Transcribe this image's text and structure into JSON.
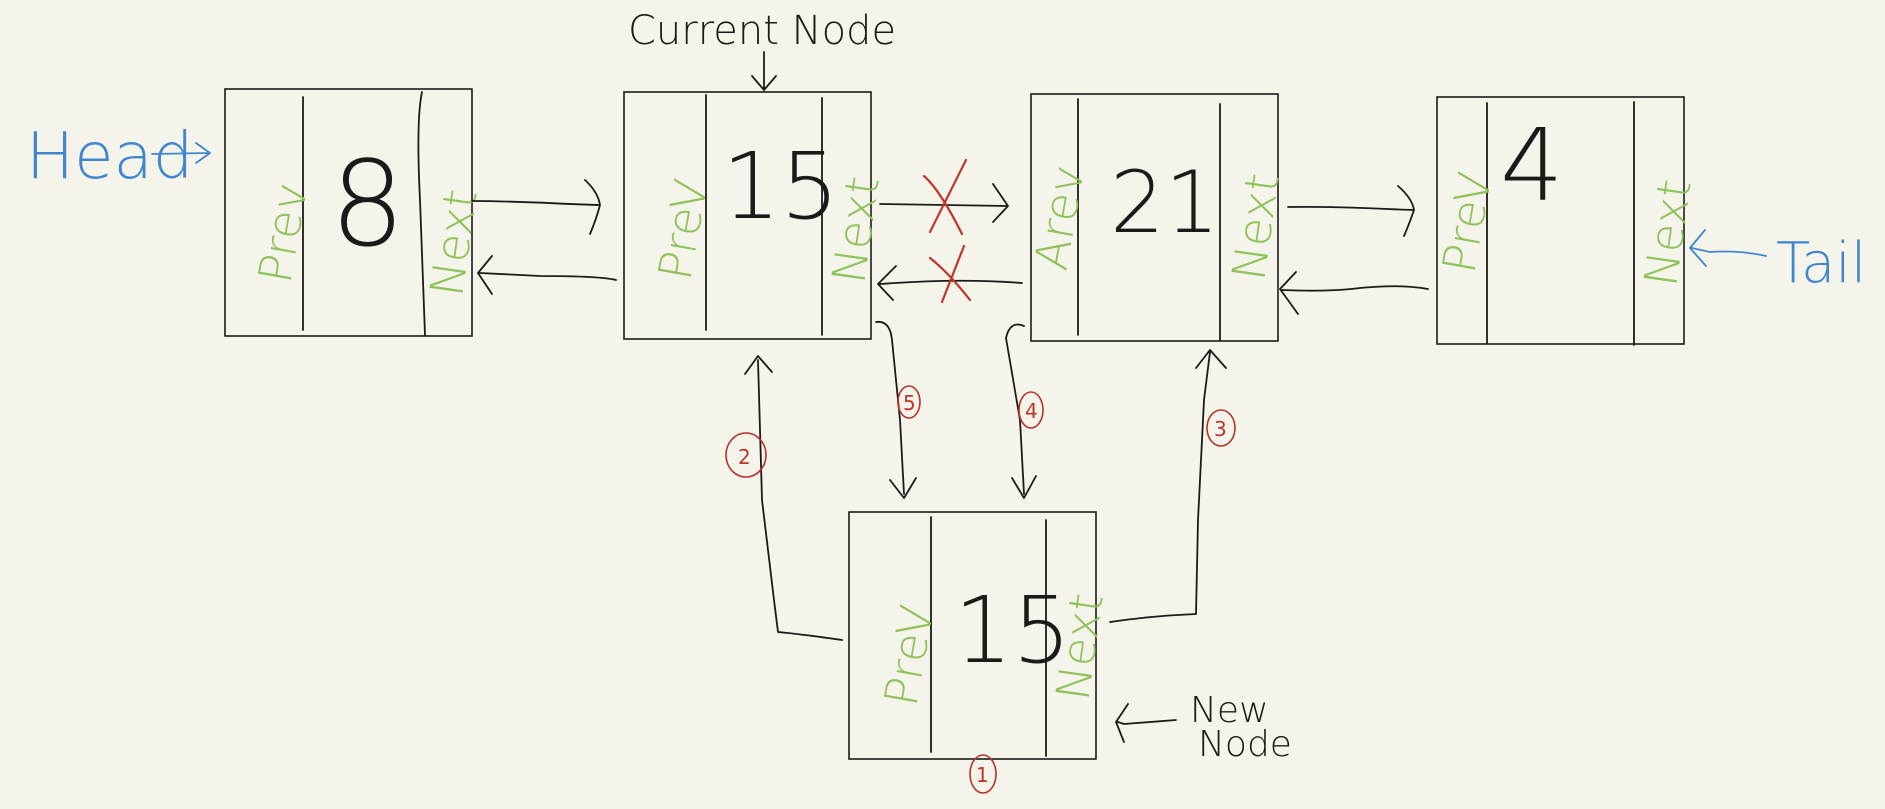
{
  "labels": {
    "head": "Head",
    "tail": "Tail",
    "current_node": "Current Node",
    "new_node_line1": "New",
    "new_node_line2": "Node"
  },
  "nodes": [
    {
      "id": "node-8",
      "value": "8",
      "prev": "Prev",
      "next": "Next"
    },
    {
      "id": "node-15",
      "value": "15",
      "prev": "PreV",
      "next": "Next"
    },
    {
      "id": "node-21",
      "value": "21",
      "prev": "Arev",
      "next": "Next"
    },
    {
      "id": "node-4",
      "value": "4",
      "prev": "PreV",
      "next": "Next"
    },
    {
      "id": "new-node-15",
      "value": "15",
      "prev": "PreV",
      "next": "Next"
    }
  ],
  "steps": [
    "1",
    "2",
    "3",
    "4",
    "5"
  ],
  "cross_mark": "X",
  "colors": {
    "background": "#f5f4ea",
    "field_label": "#8ec25a",
    "pointer_label": "#3f86cf",
    "step_mark": "#c0352b",
    "ink": "#1a1a1a"
  }
}
